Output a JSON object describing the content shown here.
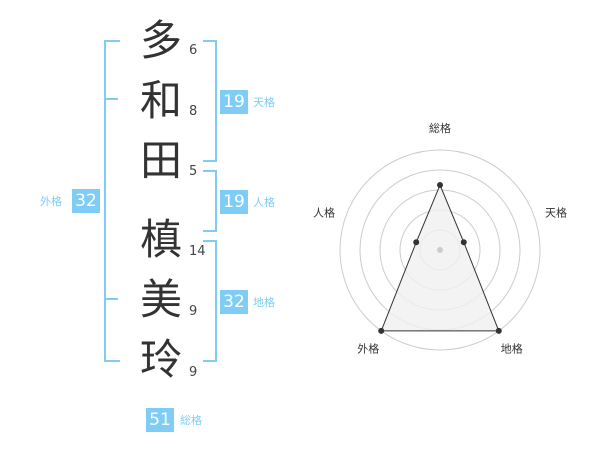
{
  "name": {
    "characters": [
      {
        "char": "多",
        "strokes": "6"
      },
      {
        "char": "和",
        "strokes": "8"
      },
      {
        "char": "田",
        "strokes": "5"
      },
      {
        "char": "槙",
        "strokes": "14"
      },
      {
        "char": "美",
        "strokes": "9"
      },
      {
        "char": "玲",
        "strokes": "9"
      }
    ]
  },
  "scores": {
    "tenkaku": {
      "value": "19",
      "label": "天格"
    },
    "jinkaku": {
      "value": "19",
      "label": "人格"
    },
    "chikaku": {
      "value": "32",
      "label": "地格"
    },
    "gaikaku": {
      "value": "32",
      "label": "外格"
    },
    "soukaku": {
      "value": "51",
      "label": "総格"
    }
  },
  "chart_data": {
    "type": "radar",
    "axes": [
      "総格",
      "天格",
      "地格",
      "外格",
      "人格"
    ],
    "values": [
      0.65,
      0.25,
      1.0,
      1.0,
      0.25
    ],
    "rings": 5,
    "colors": {
      "line": "#333333",
      "fill": "#f0f0f0",
      "ring": "#cccccc",
      "center": "#cccccc"
    }
  }
}
